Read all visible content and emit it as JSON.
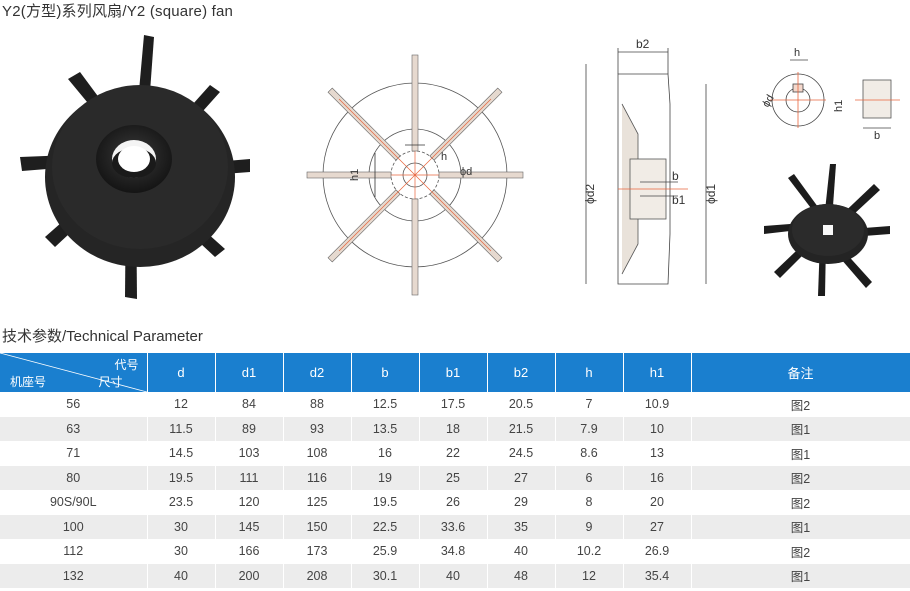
{
  "title": "Y2(方型)系列风扇/Y2 (square) fan",
  "section_title": "技术参数/Technical Parameter",
  "figure_labels": {
    "front_h": "h",
    "front_h1": "h1",
    "front_phid": "ϕd",
    "section_b2": "b2",
    "section_phid2": "ϕd2",
    "section_phid1": "ϕd1",
    "section_b": "b",
    "section_b1": "b1",
    "detail_h": "h",
    "detail_phid": "ϕd",
    "detail_h1": "h1",
    "detail_b": "b"
  },
  "table": {
    "corner": {
      "top_right": "代号",
      "bottom_left": "机座号",
      "bottom_right": "尺寸"
    },
    "headers": [
      "d",
      "d1",
      "d2",
      "b",
      "b1",
      "b2",
      "h",
      "h1",
      "备注"
    ],
    "rows": [
      [
        "56",
        "12",
        "84",
        "88",
        "12.5",
        "17.5",
        "20.5",
        "7",
        "10.9",
        "图2"
      ],
      [
        "63",
        "11.5",
        "89",
        "93",
        "13.5",
        "18",
        "21.5",
        "7.9",
        "10",
        "图1"
      ],
      [
        "71",
        "14.5",
        "103",
        "108",
        "16",
        "22",
        "24.5",
        "8.6",
        "13",
        "图1"
      ],
      [
        "80",
        "19.5",
        "111",
        "116",
        "19",
        "25",
        "27",
        "6",
        "16",
        "图2"
      ],
      [
        "90S/90L",
        "23.5",
        "120",
        "125",
        "19.5",
        "26",
        "29",
        "8",
        "20",
        "图2"
      ],
      [
        "100",
        "30",
        "145",
        "150",
        "22.5",
        "33.6",
        "35",
        "9",
        "27",
        "图1"
      ],
      [
        "112",
        "30",
        "166",
        "173",
        "25.9",
        "34.8",
        "40",
        "10.2",
        "26.9",
        "图2"
      ],
      [
        "132",
        "40",
        "200",
        "208",
        "30.1",
        "40",
        "48",
        "12",
        "35.4",
        "图1"
      ]
    ]
  },
  "colors": {
    "header_bg": "#1a7fcf",
    "row_alt": "#ececec",
    "accent_line": "#e8643c"
  }
}
